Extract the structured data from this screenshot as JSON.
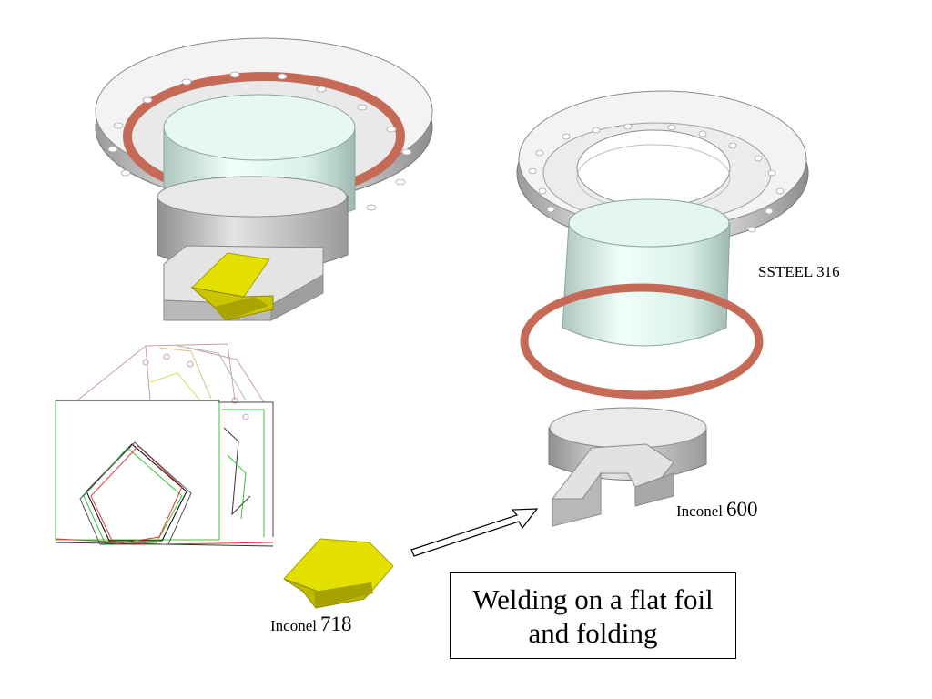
{
  "labels": {
    "ssteel": "SSTEEL 316",
    "inconel_600_prefix": "Inconel",
    "inconel_600_number": "600",
    "inconel_718_prefix": "Inconel",
    "inconel_718_number": "718"
  },
  "caption": "Welding on a flat foil\nand folding",
  "colors": {
    "flange": "#d8d8d8",
    "gasket": "#c46a56",
    "tube": "#dff5ef",
    "foil": "#d6d200",
    "block": "#d0d0d0"
  }
}
